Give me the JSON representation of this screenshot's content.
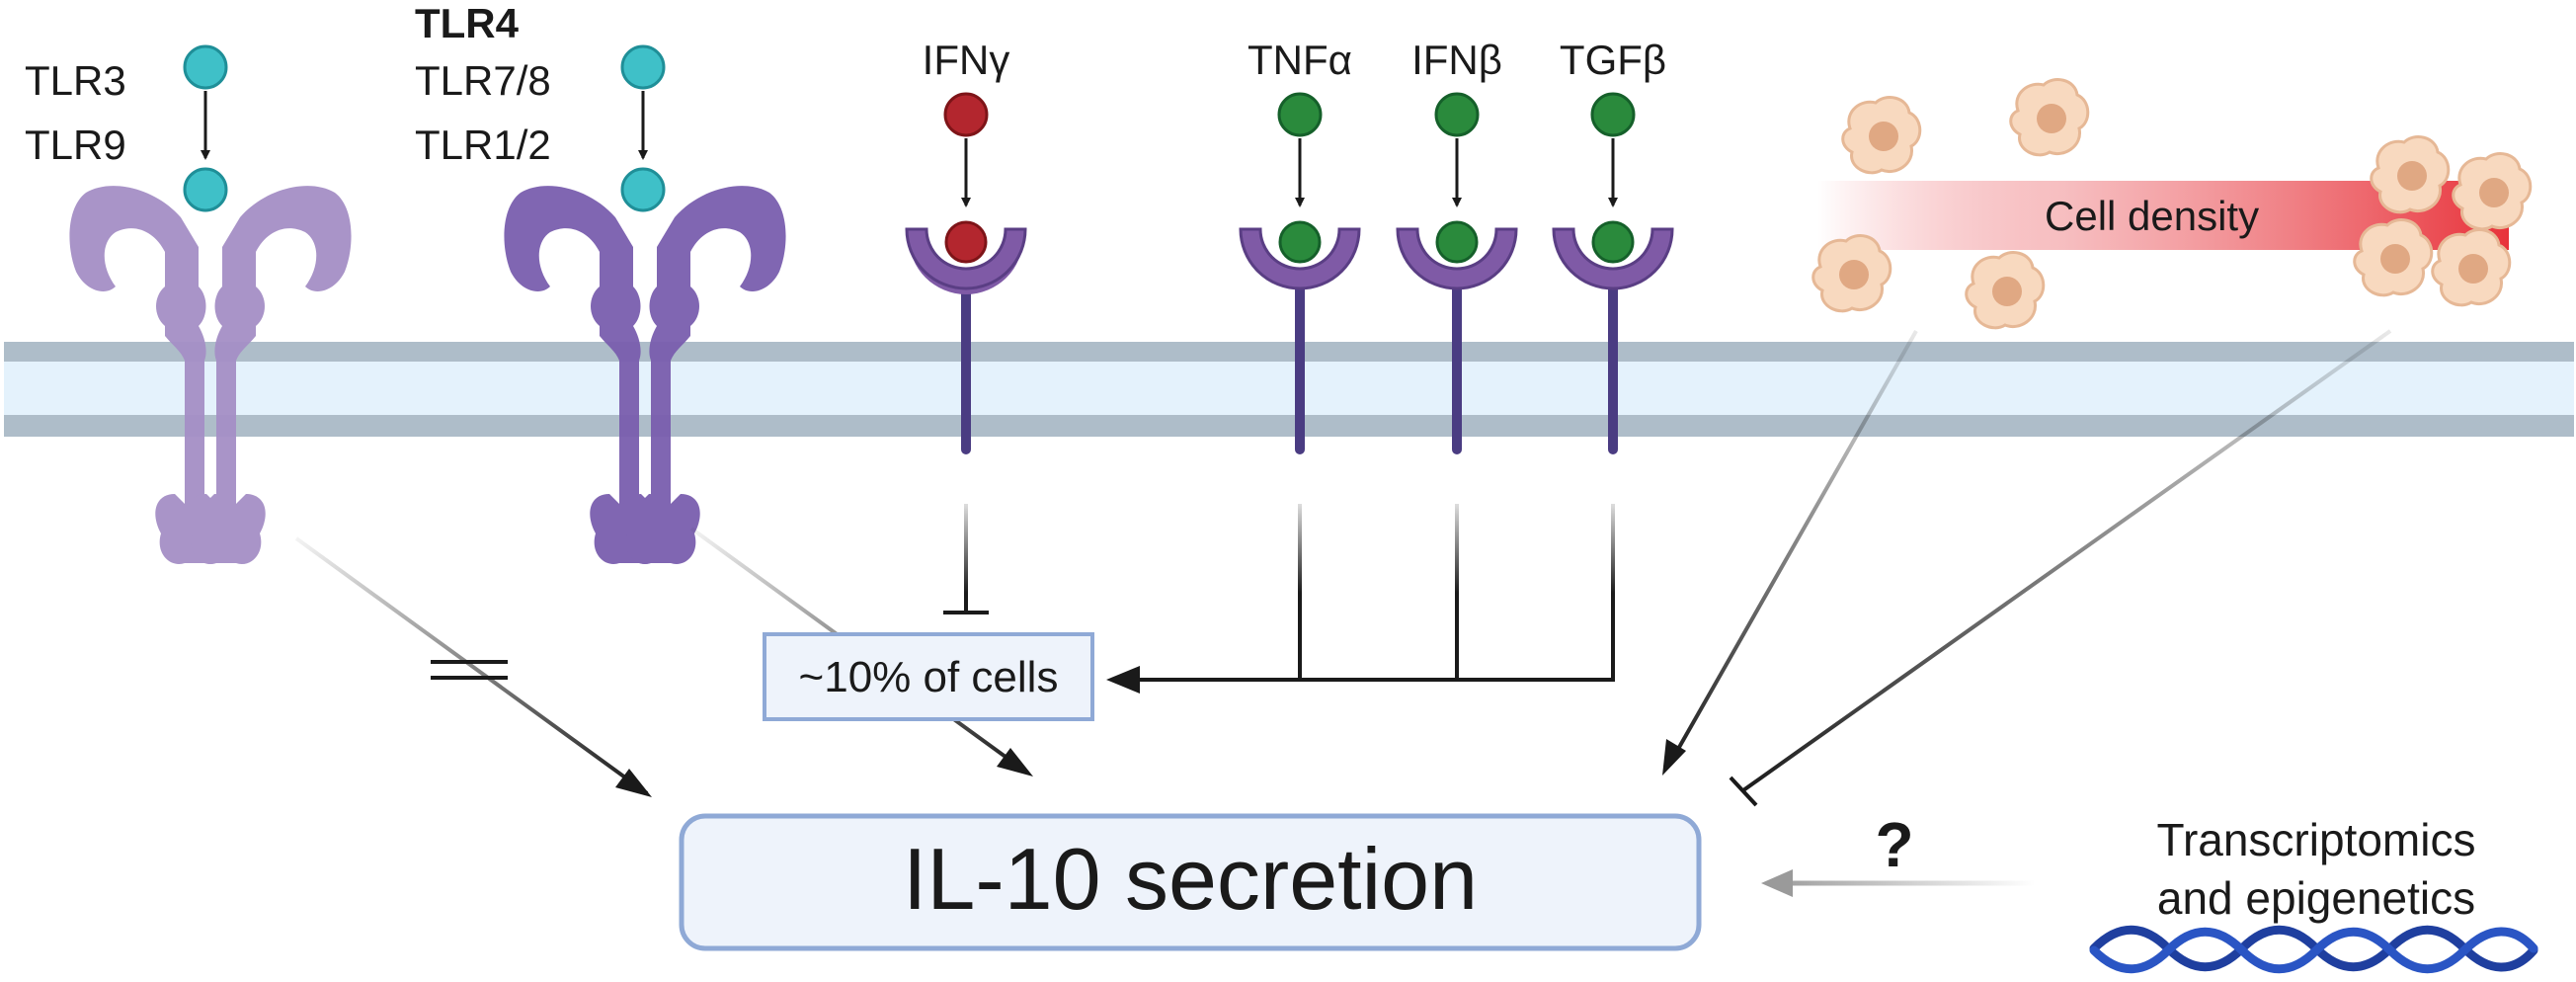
{
  "labels": {
    "tlr3": "TLR3",
    "tlr9": "TLR9",
    "tlr4": "TLR4",
    "tlr78": "TLR7/8",
    "tlr12": "TLR1/2",
    "ifng": "IFNγ",
    "tnfa": "TNFα",
    "ifnb": "IFNβ",
    "tgfb": "TGFβ",
    "cell_density": "Cell density",
    "percent_cells": "~10% of cells",
    "il10": "IL-10 secretion",
    "question": "?",
    "omics_line1": "Transcriptomics",
    "omics_line2": "and epigenetics"
  },
  "colors": {
    "ligand_teal": "#3fc0c8",
    "ligand_red": "#b3262e",
    "ligand_green": "#2a8a3c",
    "receptor_purple": "#7f5aa6",
    "tlr_light": "#a58fc6",
    "tlr_dark": "#6a4e9c",
    "membrane_outer": "#aebdc9",
    "membrane_inner": "#e4f2fc",
    "cell_fill": "#f8d9bf",
    "cell_nucleus": "#e0a883",
    "density_red": "#e8323a",
    "box_fill": "#eef3fb",
    "box_stroke": "#8fa9d6",
    "dna_blue": "#1f3f9f"
  },
  "icons": [
    "tlr-receptor-icon",
    "cytokine-receptor-icon",
    "ligand-icon",
    "cell-icon",
    "dna-helix-icon"
  ]
}
